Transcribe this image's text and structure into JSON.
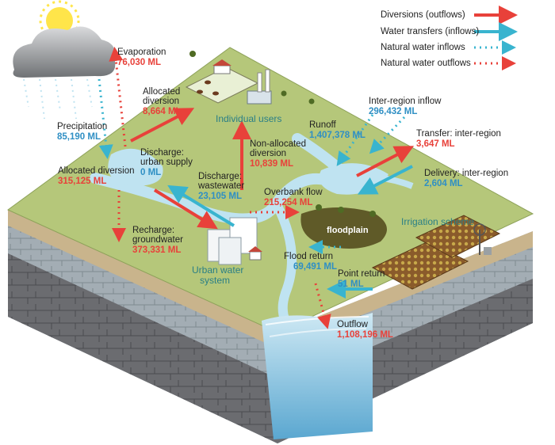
{
  "legend": {
    "diversions": "Diversions (outflows)",
    "transfers": "Water transfers (inflows)",
    "natural_in": "Natural water inflows",
    "natural_out": "Natural water outflows"
  },
  "colors": {
    "diversion": "#e8413a",
    "transfer": "#39b4cf",
    "land": "#b5c77a",
    "water": "#bfe3f1",
    "floodplain": "#5f5a28"
  },
  "flows": {
    "evaporation": {
      "label": "Evaporation",
      "value": "76,030 ML"
    },
    "precipitation": {
      "label": "Precipitation",
      "value": "85,190 ML"
    },
    "allocated_div": {
      "label": "Allocated\ndiversion",
      "line1": "Allocated",
      "line2": "diversion",
      "value": "8,664 ML"
    },
    "allocated_div_main": {
      "label": "Allocated diversion",
      "value": "315,125 ML"
    },
    "discharge_urban": {
      "line1": "Discharge:",
      "line2": "urban supply",
      "value": "0 ML"
    },
    "discharge_waste": {
      "line1": "Discharge:",
      "line2": "wastewater",
      "value": "23,105 ML"
    },
    "recharge": {
      "line1": "Recharge:",
      "line2": "groundwater",
      "value": "373,331 ML"
    },
    "non_allocated": {
      "line1": "Non-allocated",
      "line2": "diversion",
      "value": "10,839 ML"
    },
    "overbank": {
      "label": "Overbank flow",
      "value": "215,254 ML"
    },
    "flood_return": {
      "label": "Flood return",
      "value": "69,491 ML"
    },
    "point_return": {
      "label": "Point return",
      "value": "51 ML"
    },
    "outflow": {
      "label": "Outflow",
      "value": "1,108,196 ML"
    },
    "runoff": {
      "label": "Runoff",
      "value": "1,407,378 ML"
    },
    "inter_inflow": {
      "label": "Inter-region inflow",
      "value": "296,432 ML"
    },
    "transfer_out": {
      "label": "Transfer: inter-region",
      "value": "3,647 ML"
    },
    "delivery": {
      "label": "Delivery: inter-region",
      "value": "2,604 ML"
    }
  },
  "places": {
    "individual_users": "Individual users",
    "urban_line1": "Urban water",
    "urban_line2": "system",
    "irrigation": "Irrigation scheme",
    "floodplain": "floodplain"
  }
}
